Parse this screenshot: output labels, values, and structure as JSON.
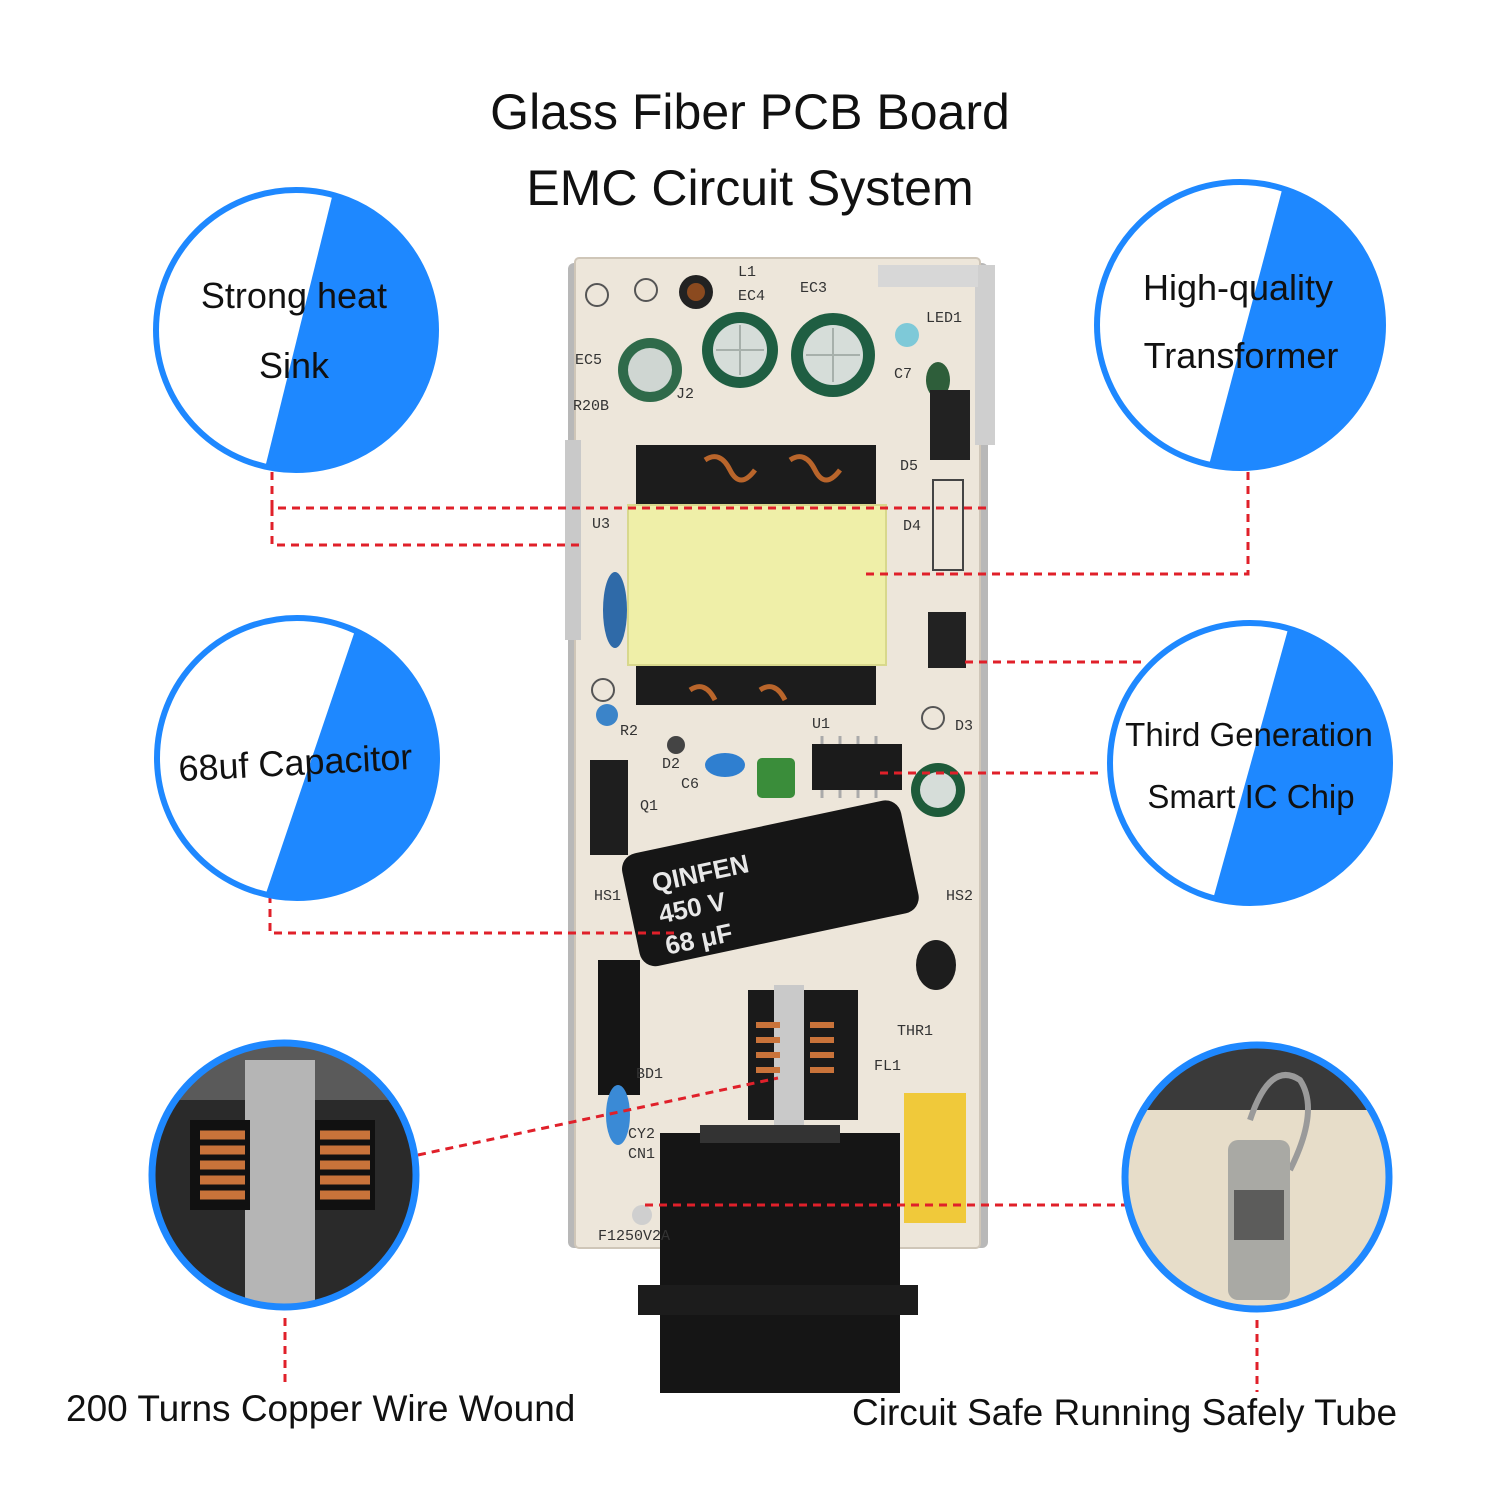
{
  "title": {
    "line1": "Glass Fiber PCB Board",
    "line2": "EMC Circuit System"
  },
  "callouts": {
    "heat_sink": {
      "line1": "Strong heat",
      "line2": "Sink"
    },
    "transformer": {
      "line1": "High-quality",
      "line2": "Transformer"
    },
    "capacitor": {
      "line1": "68uf Capacitor"
    },
    "ic_chip": {
      "line1": "Third Generation",
      "line2": "Smart  IC Chip"
    }
  },
  "captions": {
    "copper_wire": "200 Turns Copper Wire Wound",
    "safety_tube": "Circuit Safe Running Safely Tube"
  },
  "pcb_markings": {
    "ec5": "EC5",
    "ec4": "EC4",
    "ec3": "EC3",
    "l1": "L1",
    "r20b": "R20B",
    "j2": "J2",
    "c7": "C7",
    "led1": "LED1",
    "u3": "U3",
    "d5": "D5",
    "d4": "D4",
    "r2": "R2",
    "u1": "U1",
    "d3": "D3",
    "d2": "D2",
    "c6": "C6",
    "q1": "Q1",
    "hs1": "HS1",
    "hs2": "HS2",
    "thr1": "THR1",
    "fl1": "FL1",
    "bd1": "BD1",
    "cy2": "CY2",
    "cn1": "CN1",
    "fuse": "F1250V2A",
    "cap_line1": "68 μF",
    "cap_line2": "450 V",
    "cap_brand": "QINFEN"
  },
  "colors": {
    "accent_blue": "#1e88ff",
    "leader_red": "#e0202a",
    "pcb_board": "#ede6da",
    "transformer_tape": "#efefa8"
  }
}
